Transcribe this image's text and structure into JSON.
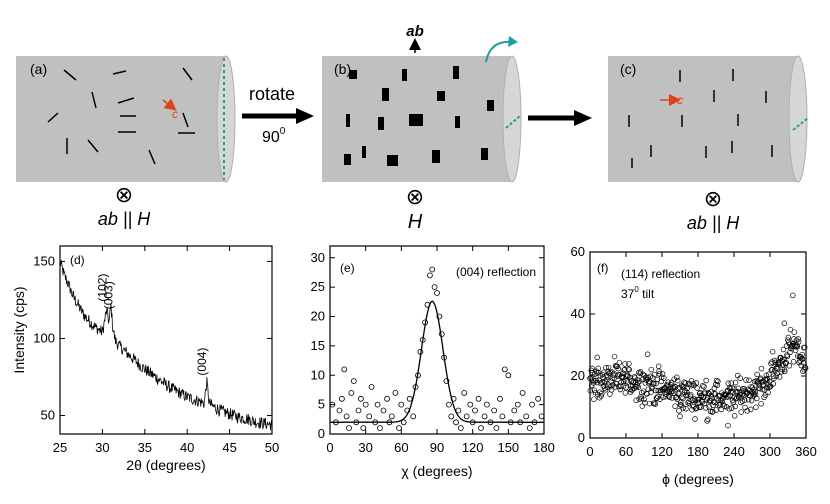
{
  "colors": {
    "cylinder": "#c0c0c0",
    "cylinder_end": "#d6d6d6",
    "c_axis": "#e0401a",
    "dashed": "#1aa0a0"
  },
  "schematic": {
    "a": {
      "label": "(a)",
      "c": "c",
      "below": "ab || H",
      "symbol": "⊗"
    },
    "b": {
      "label": "(b)",
      "top": "ab",
      "below": "H",
      "symbol": "⊗"
    },
    "c": {
      "label": "(c)",
      "c": "c",
      "below": "ab || H",
      "symbol": "⊗"
    },
    "rotate_label": "rotate",
    "rotate_angle": "90",
    "rotate_sup": "0"
  },
  "chart_data": [
    {
      "type": "line",
      "label": "(d)",
      "xlabel": "2θ (degrees)",
      "ylabel": "Intensity (cps)",
      "xlim": [
        25,
        50
      ],
      "ylim": [
        38,
        160
      ],
      "xticks": [
        25,
        30,
        35,
        40,
        45,
        50
      ],
      "yticks": [
        50,
        100,
        150
      ],
      "annotations": [
        {
          "text": "(102)",
          "x": 30.5,
          "y": 133
        },
        {
          "text": "(003)",
          "x": 31.2,
          "y": 128
        },
        {
          "text": "(004)",
          "x": 42.2,
          "y": 85
        }
      ],
      "x": [
        25,
        25.5,
        26,
        26.5,
        27,
        27.5,
        28,
        28.5,
        29,
        29.5,
        30,
        30.5,
        30.8,
        31,
        31.2,
        31.5,
        32,
        33,
        34,
        35,
        36,
        37,
        38,
        39,
        40,
        41,
        42,
        42.3,
        42.6,
        43,
        44,
        45,
        46,
        47,
        48,
        49,
        50
      ],
      "y": [
        150,
        141,
        135,
        128,
        123,
        118,
        114,
        111,
        108,
        106,
        104,
        118,
        110,
        122,
        108,
        99,
        95,
        90,
        85,
        80,
        76,
        72,
        68,
        65,
        62,
        60,
        58,
        72,
        58,
        56,
        53,
        51,
        49,
        48,
        46,
        45,
        44
      ]
    },
    {
      "type": "scatter",
      "label": "(e)",
      "annotation": "(004) reflection",
      "xlabel": "χ (degrees)",
      "xlim": [
        0,
        180
      ],
      "ylim": [
        0,
        32
      ],
      "xticks": [
        0,
        30,
        60,
        90,
        120,
        150,
        180
      ],
      "yticks": [
        0,
        5,
        10,
        15,
        20,
        25,
        30
      ],
      "fit": {
        "baseline": 2,
        "amplitude": 20.6,
        "center": 86,
        "sigma": 9
      },
      "points": [
        [
          2,
          5
        ],
        [
          5,
          2
        ],
        [
          8,
          4
        ],
        [
          10,
          6
        ],
        [
          12,
          11
        ],
        [
          14,
          3
        ],
        [
          16,
          1
        ],
        [
          18,
          7
        ],
        [
          20,
          9
        ],
        [
          22,
          2
        ],
        [
          24,
          4
        ],
        [
          26,
          6
        ],
        [
          28,
          1
        ],
        [
          30,
          5
        ],
        [
          33,
          3
        ],
        [
          35,
          8
        ],
        [
          38,
          2
        ],
        [
          40,
          5
        ],
        [
          42,
          1
        ],
        [
          45,
          4
        ],
        [
          48,
          6
        ],
        [
          50,
          2
        ],
        [
          52,
          3
        ],
        [
          55,
          7
        ],
        [
          58,
          1
        ],
        [
          60,
          5
        ],
        [
          62,
          2
        ],
        [
          65,
          4
        ],
        [
          67,
          6
        ],
        [
          70,
          3
        ],
        [
          72,
          8
        ],
        [
          74,
          10
        ],
        [
          76,
          14
        ],
        [
          78,
          16
        ],
        [
          80,
          19
        ],
        [
          82,
          22
        ],
        [
          84,
          27
        ],
        [
          86,
          28
        ],
        [
          88,
          25
        ],
        [
          90,
          24
        ],
        [
          92,
          20
        ],
        [
          94,
          17
        ],
        [
          96,
          13
        ],
        [
          98,
          9
        ],
        [
          100,
          5
        ],
        [
          102,
          3
        ],
        [
          104,
          6
        ],
        [
          106,
          2
        ],
        [
          108,
          4
        ],
        [
          110,
          1
        ],
        [
          113,
          7
        ],
        [
          115,
          3
        ],
        [
          118,
          5
        ],
        [
          120,
          2
        ],
        [
          122,
          4
        ],
        [
          125,
          6
        ],
        [
          127,
          1
        ],
        [
          130,
          3
        ],
        [
          132,
          5
        ],
        [
          135,
          2
        ],
        [
          138,
          4
        ],
        [
          140,
          1
        ],
        [
          143,
          6
        ],
        [
          145,
          3
        ],
        [
          147,
          11
        ],
        [
          150,
          10
        ],
        [
          152,
          2
        ],
        [
          155,
          4
        ],
        [
          158,
          5
        ],
        [
          160,
          2
        ],
        [
          162,
          7
        ],
        [
          165,
          3
        ],
        [
          168,
          1
        ],
        [
          170,
          5
        ],
        [
          172,
          2
        ],
        [
          175,
          6
        ],
        [
          178,
          3
        ]
      ]
    },
    {
      "type": "scatter",
      "label": "(f)",
      "annotation": "(114) reflection",
      "annotation2": "37",
      "annotation2_sup": "0",
      "annotation2_tail": " tilt",
      "xlabel": "ϕ (degrees)",
      "xlim": [
        0,
        360
      ],
      "ylim": [
        0,
        60
      ],
      "xticks": [
        0,
        60,
        120,
        180,
        240,
        300,
        360
      ],
      "yticks": [
        0,
        20,
        40,
        60
      ],
      "points_trend": [
        [
          0,
          18
        ],
        [
          60,
          19
        ],
        [
          120,
          16
        ],
        [
          180,
          13
        ],
        [
          240,
          13
        ],
        [
          290,
          17
        ],
        [
          320,
          25
        ],
        [
          340,
          30
        ],
        [
          360,
          24
        ]
      ],
      "scatter_spread": 5,
      "outliers": [
        [
          338,
          46
        ],
        [
          324,
          37
        ],
        [
          12,
          26
        ],
        [
          96,
          27
        ],
        [
          230,
          4
        ],
        [
          150,
          7
        ]
      ]
    }
  ]
}
